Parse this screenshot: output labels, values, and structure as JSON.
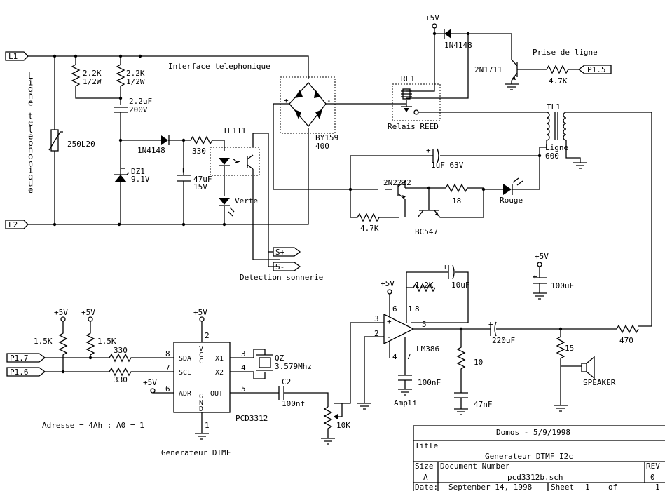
{
  "labels": {
    "l1": "L1",
    "l2": "L2",
    "ligne_vertical": [
      "L",
      "i",
      "g",
      "n",
      "e",
      " ",
      "t",
      "e",
      "l",
      "e",
      "p",
      "h",
      "o",
      "n",
      "i",
      "q",
      "u",
      "e"
    ],
    "r2k2_a_val": "2.2K",
    "r2k2_a_w": "1/2W",
    "r2k2_b_val": "2.2K",
    "r2k2_b_w": "1/2W",
    "cap_2u2": "2.2uF",
    "cap_2u2_v": "200V",
    "varistor": "250L20",
    "d_1n4148_a": "1N4148",
    "dz1": "DZ1",
    "dz1_v": "9.1V",
    "r330_a": "330",
    "c47u": "47uF",
    "c47u_v": "15V",
    "tl111": "TL111",
    "verte": "Verte",
    "interface": "Interface telephonique",
    "bridge_name": "BY159",
    "bridge_v": "400",
    "plus5_top": "+5V",
    "d_1n4148_b": "1N4148",
    "q_2n1711": "2N1711",
    "prise": "Prise de ligne",
    "p15": "P1.5",
    "r4k7_a": "4.7K",
    "rl1": "RL1",
    "relais": "Relais REED",
    "tl1": "TL1",
    "ligne600_a": "Ligne",
    "ligne600_b": "600",
    "c1u": "1uF 63V",
    "q_2n2222": "2N2222",
    "r18": "18",
    "rouge": "Rouge",
    "r4k7_b": "4.7K",
    "bc547": "BC547",
    "s_plus": "S+",
    "s_minus": "S-",
    "detection": "Detection sonnerie",
    "plus5_c100": "+5V",
    "c100u": "100uF",
    "plus5_lm": "+5V",
    "r1k2": "1.2K",
    "c10u": "10uF",
    "lm386": "LM386",
    "pin3": "3",
    "pin2": "2",
    "pin6": "6",
    "pin1": "1",
    "pin8": "8",
    "pin4": "4",
    "pin7": "7",
    "pin5": "5",
    "c100n_a": "100nF",
    "ampli": "Ampli",
    "r10": "10",
    "c47n": "47nF",
    "c220u": "220uF",
    "r15": "15",
    "speaker": "SPEAKER",
    "r470": "470",
    "plus5_a": "+5V",
    "plus5_b": "+5V",
    "plus5_ic": "+5V",
    "plus5_adr": "+5V",
    "r1k5_a": "1.5K",
    "r1k5_b": "1.5K",
    "p17": "P1.7",
    "p16": "P1.6",
    "r330_b": "330",
    "r330_c": "330",
    "ic_pin8": "8",
    "ic_pin7": "7",
    "ic_pin6": "6",
    "ic_pin2": "2",
    "ic_pin3": "3",
    "ic_pin4": "4",
    "ic_pin5": "5",
    "ic_pin1": "1",
    "sda": "SDA",
    "scl": "SCL",
    "adr": "ADR",
    "x1": "X1",
    "x2": "X2",
    "out": "OUT",
    "vcc": [
      "V",
      "C",
      "C"
    ],
    "gnd": [
      "G",
      "N",
      "D"
    ],
    "qz": "QZ",
    "qz_f": "3.579Mhz",
    "c2": "C2",
    "c100nf": "100nf",
    "r10k": "10K",
    "pcd": "PCD3312",
    "adresse": "Adresse = 4Ah : A0 = 1",
    "gen": "Generateur DTMF"
  },
  "title_block": {
    "header": "Domos - 5/9/1998",
    "title_label": "Title",
    "title": "Generateur DTMF I2c",
    "size_label": "Size",
    "size": "A",
    "docnum_label": "Document Number",
    "docnum": "pcd3312b.sch",
    "rev_label": "REV",
    "rev": "0",
    "date_label": "Date:",
    "date": "September 14, 1998",
    "sheet_label": "Sheet",
    "sheet": "1",
    "of_label": "of",
    "of": "1"
  }
}
